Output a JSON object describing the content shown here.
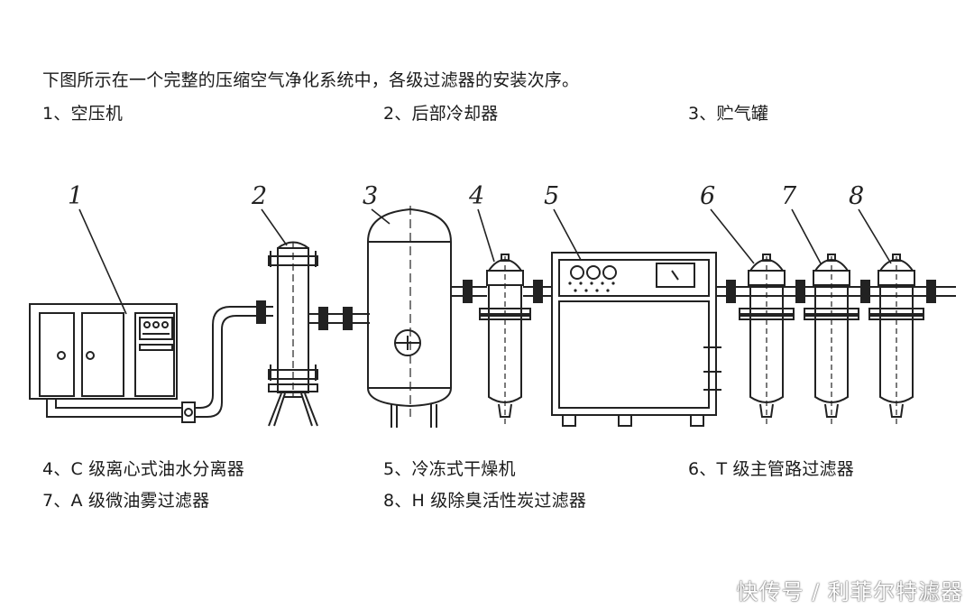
{
  "intro": "下图所示在一个完整的压缩空气净化系统中，各级过滤器的安装次序。",
  "items": [
    "1、空压机",
    "2、后部冷却器",
    "3、贮气罐",
    "4、C 级离心式油水分离器",
    "5、冷冻式干燥机",
    "6、T 级主管路过滤器",
    "7、A 级微油雾过滤器",
    "8、H 级除臭活性炭过滤器"
  ],
  "callouts": [
    "1",
    "2",
    "3",
    "4",
    "5",
    "6",
    "7",
    "8"
  ],
  "watermark": "快传号 / 利菲尔特滤器"
}
